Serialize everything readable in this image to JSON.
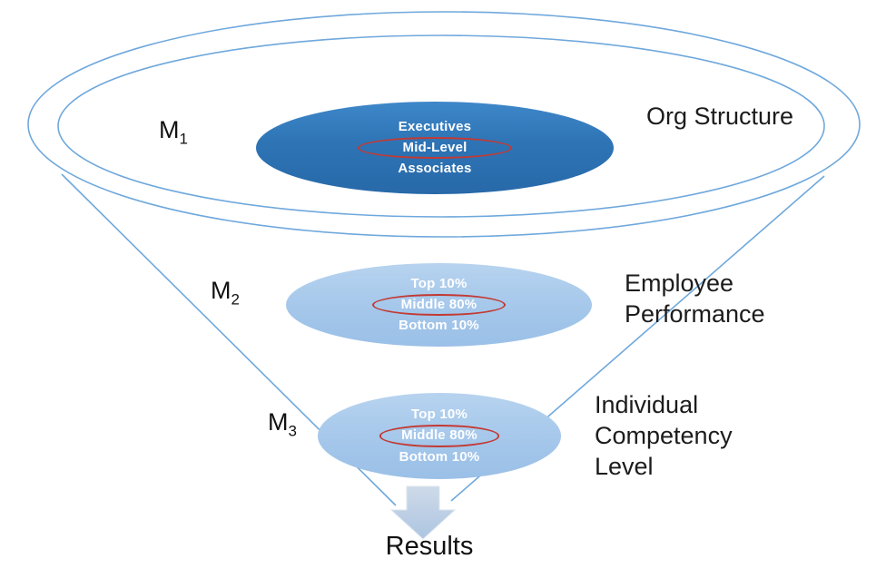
{
  "funnel": {
    "outline_color": "#6fa8dc",
    "highlight_color": "#c23a33",
    "levels": [
      {
        "marker": "M",
        "marker_sub": "1",
        "fill": "#2e74b5",
        "rows": [
          "Executives",
          "Mid-Level",
          "Associates"
        ],
        "circled_row": "Mid-Level",
        "side_label": "Org Structure"
      },
      {
        "marker": "M",
        "marker_sub": "2",
        "fill": "#a3c6ea",
        "rows": [
          "Top 10%",
          "Middle 80%",
          "Bottom 10%"
        ],
        "circled_row": "Middle 80%",
        "side_label": "Employee Performance"
      },
      {
        "marker": "M",
        "marker_sub": "3",
        "fill": "#a3c6ea",
        "rows": [
          "Top 10%",
          "Middle 80%",
          "Bottom 10%"
        ],
        "circled_row": "Middle 80%",
        "side_label": "Individual Competency Level"
      }
    ],
    "result_label": "Results"
  }
}
